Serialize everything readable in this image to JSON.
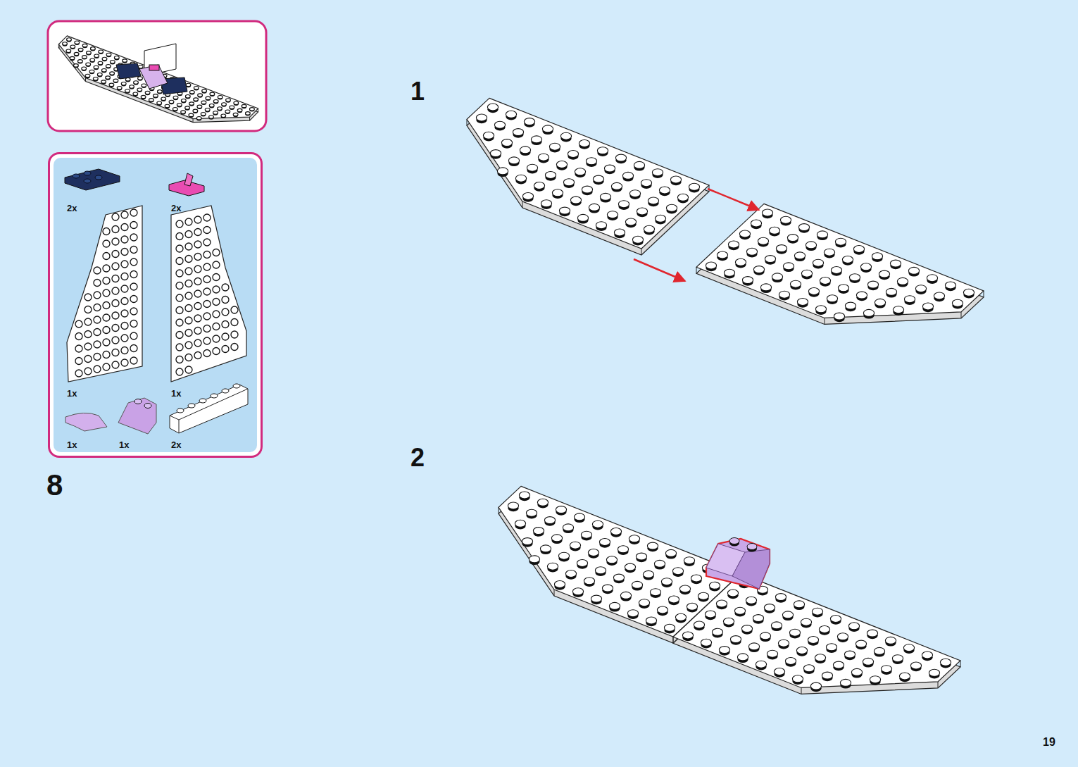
{
  "diagram": {
    "nodes": [
      {
        "text": [
          "2x",
          "2x",
          "1x",
          "1x",
          "1x",
          "1x",
          "2x"
        ]
      }
    ],
    "labels": [
      "8",
      "1",
      "2",
      "19"
    ]
  }
}
